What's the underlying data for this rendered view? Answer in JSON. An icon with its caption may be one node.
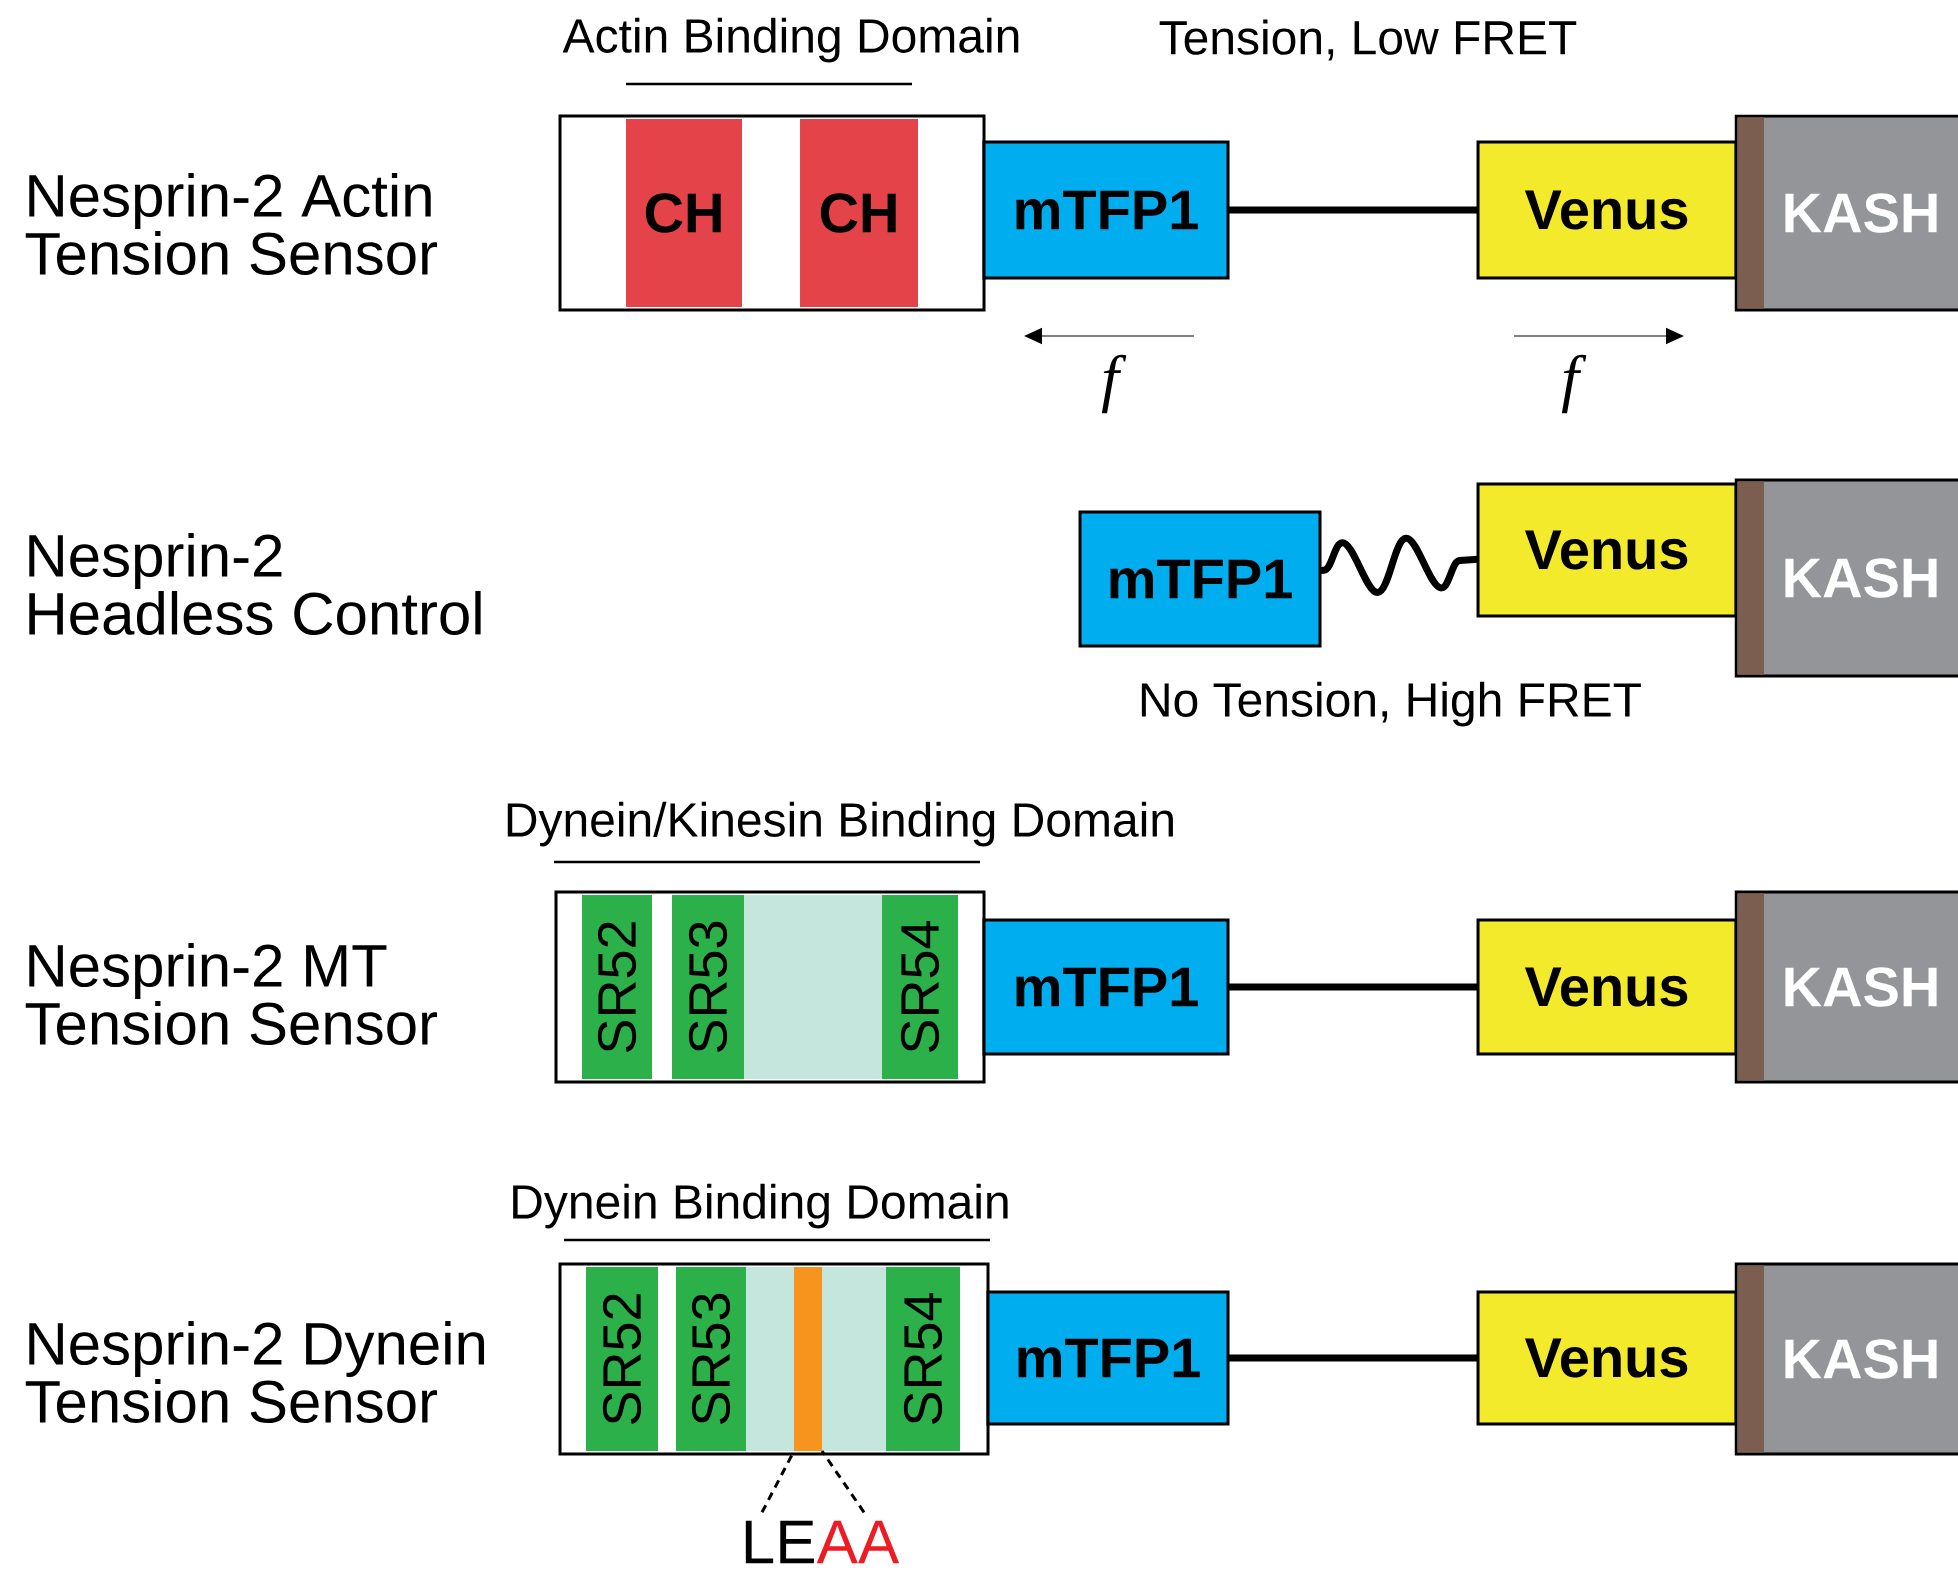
{
  "diagram": {
    "nodes": [
      {
        "text": [
          "Actin Binding Domain"
        ]
      },
      {
        "text": [
          "CH"
        ],
        "in": 0
      },
      {
        "text": [
          "CH"
        ],
        "in": 0
      },
      {
        "text": [
          "mTFP1"
        ]
      },
      {
        "text": [
          "Venus"
        ]
      },
      {
        "text": [
          "KASH"
        ]
      },
      {
        "text": [
          "mTFP1"
        ]
      },
      {
        "text": [
          "Venus"
        ]
      },
      {
        "text": [
          "KASH"
        ]
      },
      {
        "text": [
          "Dynein/Kinesin Binding Domain"
        ]
      },
      {
        "text": [
          "SR52"
        ],
        "in": 9
      },
      {
        "text": [
          "SR53"
        ],
        "in": 9
      },
      {
        "text": [
          "SR54"
        ],
        "in": 9
      },
      {
        "text": [
          "mTFP1"
        ]
      },
      {
        "text": [
          "Venus"
        ]
      },
      {
        "text": [
          "KASH"
        ]
      },
      {
        "text": [
          "Dynein Binding Domain"
        ]
      },
      {
        "text": [
          "SR52"
        ],
        "in": 16
      },
      {
        "text": [
          "SR53"
        ],
        "in": 16
      },
      {
        "text": [],
        "shape": "bar",
        "in": 16
      },
      {
        "text": [
          "SR54"
        ],
        "in": 16
      },
      {
        "text": [
          "mTFP1"
        ]
      },
      {
        "text": [
          "Venus"
        ]
      },
      {
        "text": [
          "KASH"
        ]
      },
      {
        "text": [
          "LE",
          "AA"
        ]
      }
    ],
    "edges": [
      {
        "from": 3,
        "to": 4,
        "arrow": "none"
      },
      {
        "from": 6,
        "to": 7,
        "arrow": "none"
      },
      {
        "from": 13,
        "to": 14,
        "arrow": "none"
      },
      {
        "from": 21,
        "to": 22,
        "arrow": "none"
      },
      {
        "from": 24,
        "to": 19,
        "arrow": "none",
        "style": "dashed"
      },
      {
        "from": 24,
        "to": 19,
        "arrow": "none",
        "style": "dashed"
      }
    ],
    "labels": [
      "Tension, Low FRET",
      "Nesprin-2 Actin Tension Sensor",
      "f",
      "f",
      "Nesprin-2 Headless Control",
      "No Tension, High FRET",
      "Nesprin-2 MT Tension Sensor",
      "Nesprin-2 Dynein Tension Sensor"
    ]
  }
}
